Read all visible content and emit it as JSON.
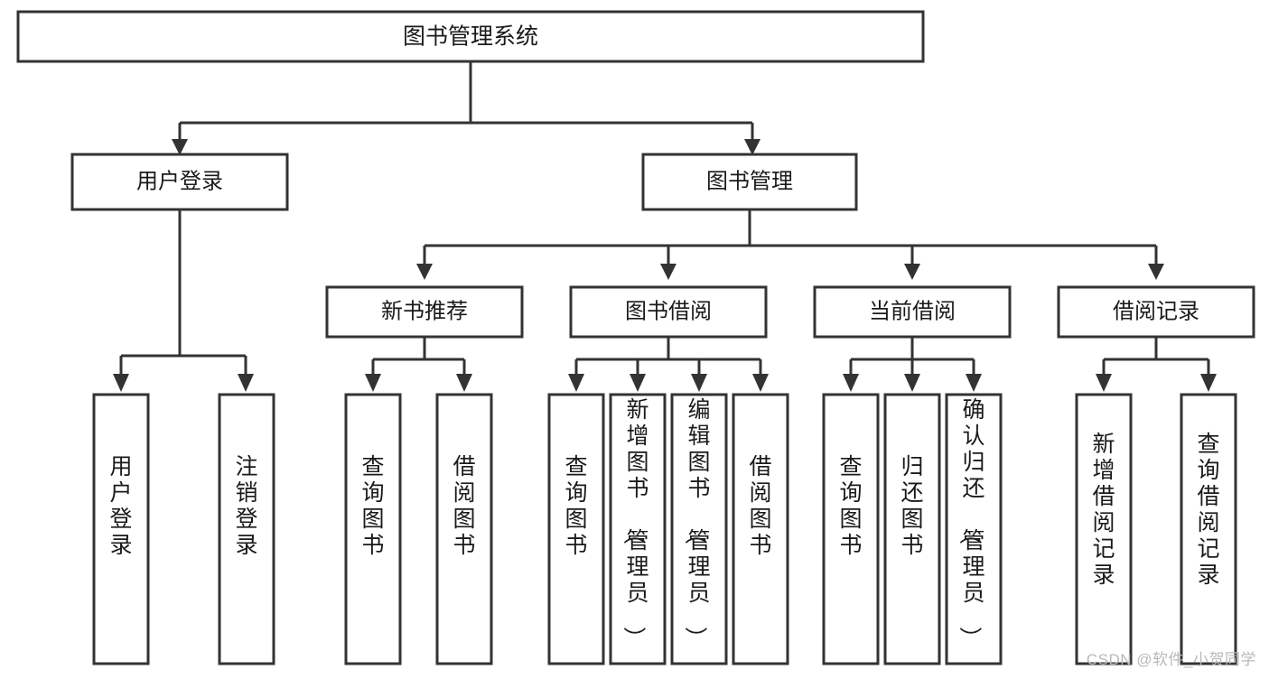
{
  "diagram": {
    "title": "图书管理系统",
    "type": "hierarchy-tree",
    "root": {
      "id": "root",
      "label": "图书管理系统",
      "level": 1
    },
    "level2": [
      {
        "id": "user-login",
        "label": "用户登录"
      },
      {
        "id": "book-management",
        "label": "图书管理"
      }
    ],
    "level3": [
      {
        "id": "new-book-recommend",
        "label": "新书推荐",
        "parent": "book-management"
      },
      {
        "id": "book-borrow",
        "label": "图书借阅",
        "parent": "book-management"
      },
      {
        "id": "current-borrow",
        "label": "当前借阅",
        "parent": "book-management"
      },
      {
        "id": "borrow-record",
        "label": "借阅记录",
        "parent": "book-management"
      }
    ],
    "leaves": [
      {
        "id": "leaf-user-login",
        "label": "用户登录",
        "parent": "user-login"
      },
      {
        "id": "leaf-logout-login",
        "label": "注销登录",
        "parent": "user-login"
      },
      {
        "id": "leaf-query-book-1",
        "label": "查询图书",
        "parent": "new-book-recommend"
      },
      {
        "id": "leaf-borrow-book-1",
        "label": "借阅图书",
        "parent": "new-book-recommend"
      },
      {
        "id": "leaf-query-book-2",
        "label": "查询图书",
        "parent": "book-borrow"
      },
      {
        "id": "leaf-add-book",
        "label": "新增图书（管理员）",
        "parent": "book-borrow"
      },
      {
        "id": "leaf-edit-book",
        "label": "编辑图书（管理员）",
        "parent": "book-borrow"
      },
      {
        "id": "leaf-borrow-book-2",
        "label": "借阅图书",
        "parent": "book-borrow"
      },
      {
        "id": "leaf-query-book-3",
        "label": "查询图书",
        "parent": "current-borrow"
      },
      {
        "id": "leaf-return-book",
        "label": "归还图书",
        "parent": "current-borrow"
      },
      {
        "id": "leaf-confirm-return",
        "label": "确认归还（管理员）",
        "parent": "current-borrow"
      },
      {
        "id": "leaf-add-record",
        "label": "新增借阅记录",
        "parent": "borrow-record"
      },
      {
        "id": "leaf-query-record",
        "label": "查询借阅记录",
        "parent": "borrow-record"
      }
    ]
  },
  "watermark": {
    "text": "CSDN @软件_小贺同学"
  },
  "colors": {
    "stroke": "#333333",
    "fill": "#ffffff",
    "text": "#1a1a1a",
    "watermark": "#b9b9b9"
  }
}
